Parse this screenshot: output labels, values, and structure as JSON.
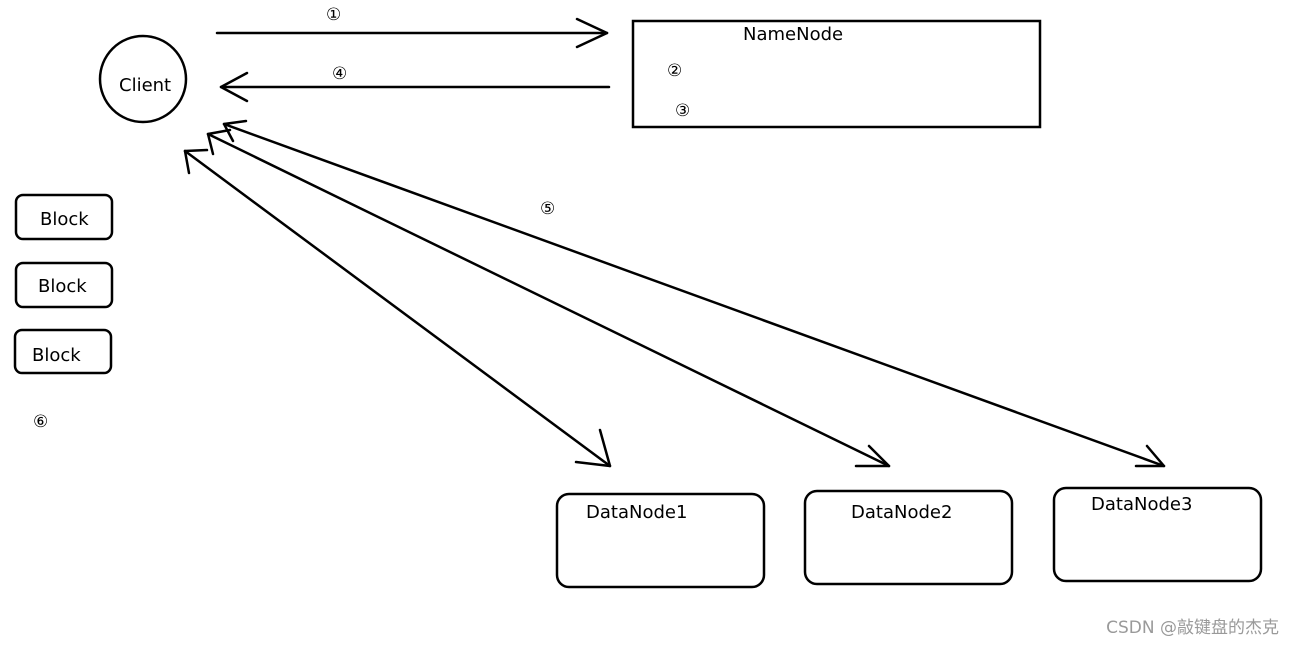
{
  "nodes": {
    "client": "Client",
    "namenode": "NameNode",
    "blocks": [
      "Block",
      "Block",
      "Block"
    ],
    "datanodes": [
      "DataNode1",
      "DataNode2",
      "DataNode3"
    ]
  },
  "steps": {
    "s1": "①",
    "s2": "②",
    "s3": "③",
    "s4": "④",
    "s5": "⑤",
    "s6": "⑥"
  },
  "watermark": "CSDN @敲键盘的杰克",
  "colors": {
    "stroke": "#000000",
    "background": "#ffffff",
    "watermark": "#9a9a9a"
  }
}
